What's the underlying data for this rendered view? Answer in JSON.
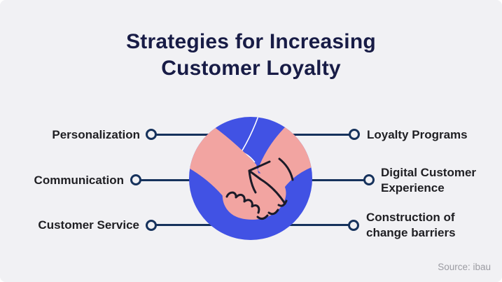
{
  "infographic": {
    "title": "Strategies for Increasing\nCustomer Loyalty",
    "source": "Source: ibau",
    "center_illustration": "handshake-in-blue-circle",
    "colors": {
      "background": "#f1f1f4",
      "title_text": "#181c46",
      "label_text": "#1f1f23",
      "connector": "#16325c",
      "circle_blue": "#4152e4",
      "skin_pink": "#f2a4a1",
      "hand_outline": "#1b1b28",
      "decor_arc_white": "#ffffff",
      "source_text": "#9b9ba2"
    },
    "strategies": {
      "left": [
        {
          "label": "Personalization"
        },
        {
          "label": "Communication"
        },
        {
          "label": "Customer Service"
        }
      ],
      "right": [
        {
          "label": "Loyalty Programs"
        },
        {
          "label": "Digital Customer Experience"
        },
        {
          "label": "Construction of change barriers"
        }
      ]
    }
  }
}
